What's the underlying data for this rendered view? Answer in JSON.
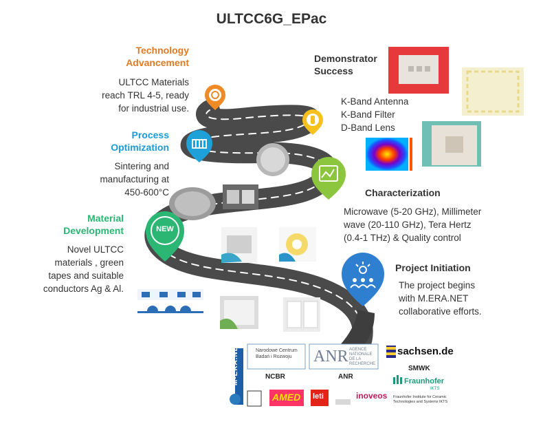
{
  "title": "ULTCC6G_EPac",
  "stages": {
    "technology": {
      "title_line1": "Technology",
      "title_line2": "Advancement",
      "body": [
        "ULTCC Materials",
        "reach TRL 4-5, ready",
        "for industrial use."
      ],
      "color": "#e07b24"
    },
    "demonstrator": {
      "title_line1": "Demonstrator",
      "title_line2": "Success",
      "body": [
        "K-Band Antenna",
        "K-Band Filter",
        "D-Band Lens"
      ],
      "color": "#333333"
    },
    "process": {
      "title_line1": "Process",
      "title_line2": "Optimization",
      "body": [
        "Sintering and",
        "manufacturing at",
        "450-600°C"
      ],
      "color": "#1a9ad6"
    },
    "characterization": {
      "title_line1": "Characterization",
      "body": [
        "Microwave (5-20 GHz), Millimeter",
        "wave (20-110 GHz), Tera Hertz",
        "(0.4-1 THz) & Quality control"
      ],
      "color": "#333333"
    },
    "material": {
      "title_line1": "Material",
      "title_line2": "Development",
      "body": [
        "Novel ULTCC",
        "materials , green",
        "tapes and suitable",
        "conductors Ag & Al."
      ],
      "color": "#2bb673"
    },
    "initiation": {
      "title_line1": "Project Initiation",
      "body": [
        "The project begins",
        "with M.ERA.NET",
        "collaborative efforts."
      ],
      "color": "#333333"
    }
  },
  "pins": {
    "new_label": "NEW",
    "colors": {
      "orange": "#f08a24",
      "yellow": "#f6c11c",
      "blue": "#1ea0d8",
      "green": "#8cc63f",
      "teal": "#2bb673",
      "royal": "#2f7fd1"
    }
  },
  "partners": {
    "mera": "M-ERA.NET",
    "ncbr_line1": "Narodowe Centrum",
    "ncbr_line2": "Badań i Rozwoju",
    "ncbr": "NCBR",
    "anr_logo": "ANR",
    "anr_line1": "AGENCE",
    "anr_line2": "NATIONALE",
    "anr_line3": "DE LA",
    "anr_line4": "RECHERCHE",
    "anr": "ANR",
    "saxony": "sachsen.de",
    "smwk": "SMWK",
    "fraunhofer": "Fraunhofer",
    "ikts": "IKTS",
    "fraunhofer_line1": "Fraunhofer Institute for Ceramic",
    "fraunhofer_line2": "Technologies and Systems IKTS",
    "amed": "AMED",
    "leti": "leti",
    "inoveos": "inoveos"
  }
}
